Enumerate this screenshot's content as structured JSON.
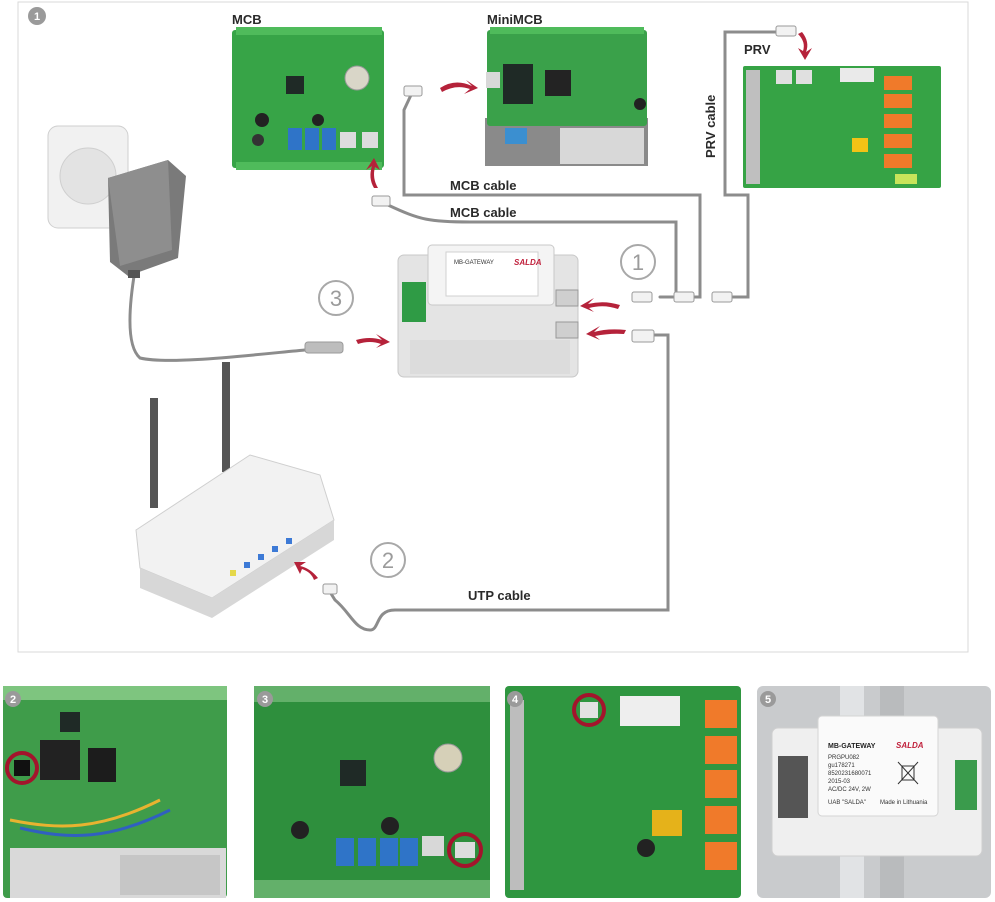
{
  "main_panel": {
    "badge": "1",
    "labels": {
      "mcb": "MCB",
      "minimcb": "MiniMCB",
      "prv": "PRV",
      "mcb_cable_1": "MCB cable",
      "mcb_cable_2": "MCB cable",
      "prv_cable": "PRV cable",
      "utp_cable": "UTP cable"
    },
    "steps": [
      "1",
      "2",
      "3"
    ],
    "gateway": {
      "text": "MB-GATEWAY",
      "brand": "SALDA"
    }
  },
  "photos": [
    {
      "badge": "2"
    },
    {
      "badge": "3"
    },
    {
      "badge": "4"
    },
    {
      "badge": "5",
      "label": {
        "model": "MB-GATEWAY",
        "brand": "SALDA",
        "lines": [
          "PRGPU082",
          "gu178271",
          "8520231680071",
          "2015-03",
          "AC/DC 24V, 2W"
        ],
        "maker": "UAB \"SALDA\"",
        "origin": "Made in Lithuania"
      }
    }
  ],
  "colors": {
    "pcb_green": "#3aa14a",
    "arrow_red": "#b5223a",
    "cable_gray": "#8a8a8a",
    "highlight_ring": "#a3142c"
  }
}
